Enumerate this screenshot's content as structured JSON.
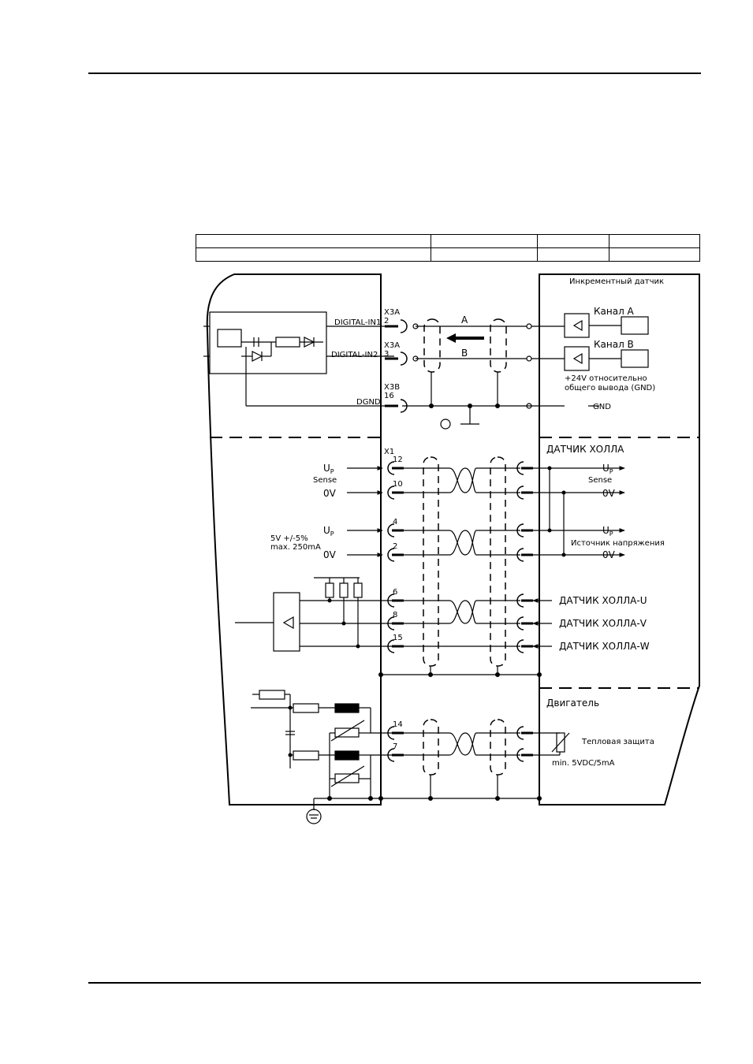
{
  "encoder": {
    "title": "Инкрементный датчик",
    "channel_a": "Канал A",
    "channel_b": "Канал B",
    "supply_note_1": "+24V относительно",
    "supply_note_2": "общего вывода (GND)",
    "gnd": "GND"
  },
  "drive_logic": {
    "digital_in1": "DIGITAL-IN1",
    "digital_in2": "DIGITAL-IN2",
    "dgnd": "DGND",
    "x3a_1": "X3A",
    "pin_2": "2",
    "x3a_2": "X3A",
    "pin_3": "3",
    "x3b": "X3B",
    "pin_16": "16",
    "signal_a": "A",
    "signal_b": "B"
  },
  "hall": {
    "x1": "X1",
    "title": "ДАТЧИК ХОЛЛА",
    "up_left_1": "U",
    "up_sub_1": "P",
    "sense_left": "Sense",
    "ov_left_1": "0V",
    "up_left_2": "U",
    "up_sub_2": "P",
    "supply_1": "5V +/-5%",
    "supply_2": "max. 250mA",
    "ov_left_2": "0V",
    "pin_12": "12",
    "pin_10": "10",
    "pin_4": "4",
    "pin_2": "2",
    "pin_6": "6",
    "pin_8": "8",
    "pin_15": "15",
    "up_right_1": "U",
    "up_rsub_1": "P",
    "sense_right": "Sense",
    "ov_right_1": "0V",
    "up_right_2": "U",
    "up_rsub_2": "P",
    "voltage_source": "Источник напряжения",
    "ov_right_2": "0V",
    "hall_u": "ДАТЧИК ХОЛЛА-U",
    "hall_v": "ДАТЧИК ХОЛЛА-V",
    "hall_w": "ДАТЧИК ХОЛЛА-W"
  },
  "motor": {
    "title": "Двигатель",
    "pin_14": "14",
    "pin_7": "7",
    "thermal": "Тепловая защита",
    "thermal_rating": "min. 5VDC/5mA"
  }
}
